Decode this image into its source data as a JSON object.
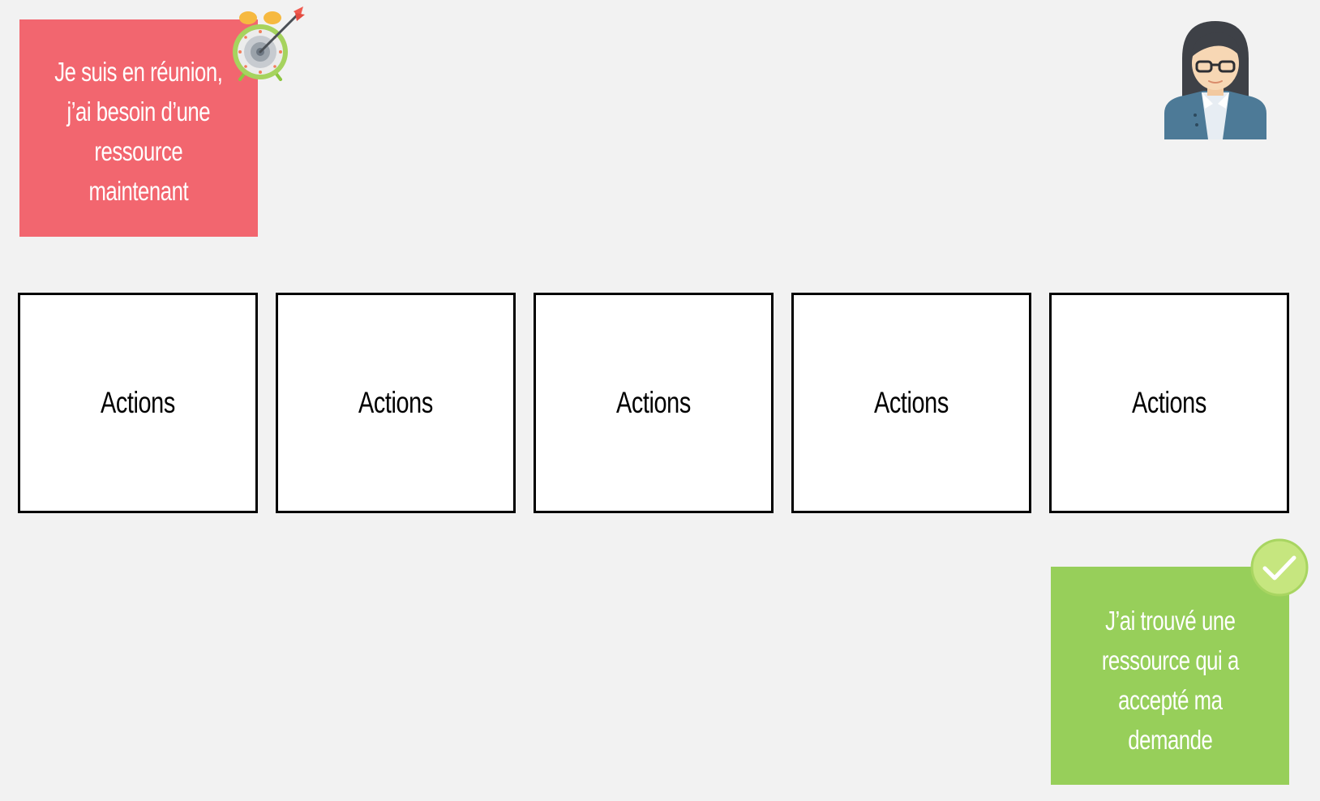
{
  "notes": {
    "start": {
      "line1": "Je suis en réunion,",
      "line2": "j’ai besoin d’une",
      "line3": "ressource",
      "line4": "maintenant",
      "color": "#f2666f"
    },
    "done": {
      "line1": "J’ai trouvé une",
      "line2": "ressource qui a",
      "line3": "accepté ma",
      "line4": "demande",
      "color": "#97cf5a"
    }
  },
  "steps": [
    {
      "label": "Actions"
    },
    {
      "label": "Actions"
    },
    {
      "label": "Actions"
    },
    {
      "label": "Actions"
    },
    {
      "label": "Actions"
    }
  ],
  "icons": {
    "alarm_target": "alarm-clock-target-icon",
    "user": "woman-avatar-icon",
    "check": "checkmark-circle-icon"
  },
  "colors": {
    "background": "#f2f2f2",
    "box_border": "#000000",
    "check_circle": "#c6e67f"
  }
}
